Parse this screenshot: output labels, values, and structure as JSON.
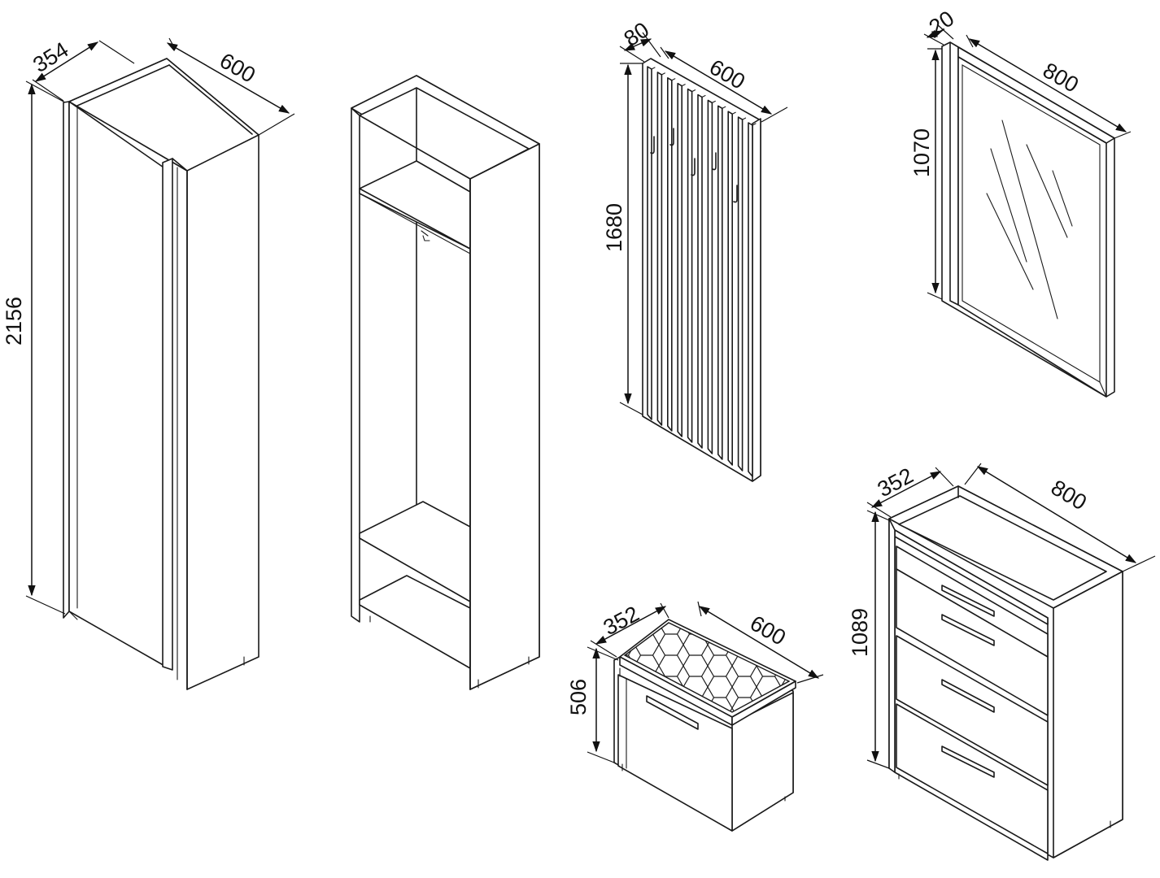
{
  "dimensions": {
    "wardrobe": {
      "depth": "354",
      "width": "600",
      "height": "2156"
    },
    "coat_rack": {
      "depth": "80",
      "width": "600",
      "height": "1680"
    },
    "mirror": {
      "depth": "20",
      "width": "800",
      "height": "1070"
    },
    "bench": {
      "depth": "352",
      "width": "600",
      "height": "506"
    },
    "chest": {
      "depth": "352",
      "width": "800",
      "height": "1089"
    }
  },
  "colors": {
    "line": "#1a1a1a",
    "background": "#ffffff"
  }
}
